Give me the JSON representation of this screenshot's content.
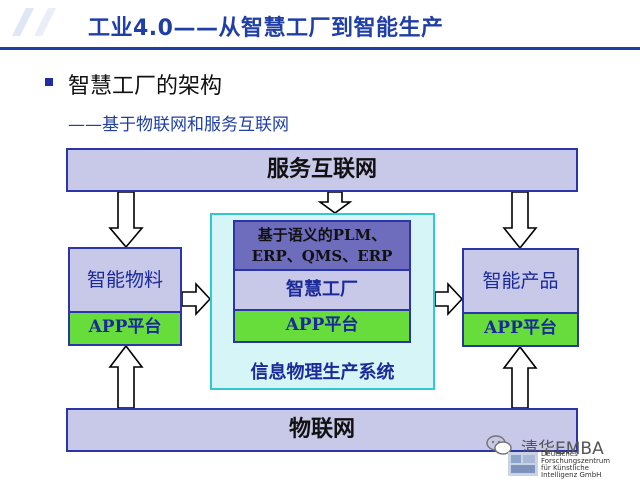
{
  "header": {
    "title": "工业4.0——从智慧工厂到智能生产"
  },
  "section": {
    "heading": "智慧工厂的架构",
    "subheading": "——基于物联网和服务互联网"
  },
  "diagram": {
    "top_bar": "服务互联网",
    "bottom_bar": "物联网",
    "left": {
      "label": "智能物料",
      "app": "APP平台"
    },
    "right": {
      "label": "智能产品",
      "app": "APP平台"
    },
    "center": {
      "semantic_line1": "基于语义的PLM、",
      "semantic_line2": "ERP、QMS、ERP",
      "factory": "智慧工厂",
      "app": "APP平台",
      "system_label": "信息物理生产系统"
    }
  },
  "watermark": {
    "brand": "清华EMBA",
    "org": "Deutsches\nForschungszentrum\nfür Künstliche\nIntelligenz GmbH"
  },
  "colors": {
    "title_blue": "#1f3fa6",
    "box_fill": "#c8c8e8",
    "box_border": "#2b35a8",
    "center_fill": "#d5f5f7",
    "center_border": "#33c6d6",
    "semantic_fill": "#6e6cbd",
    "app_green": "#66dd3a"
  }
}
